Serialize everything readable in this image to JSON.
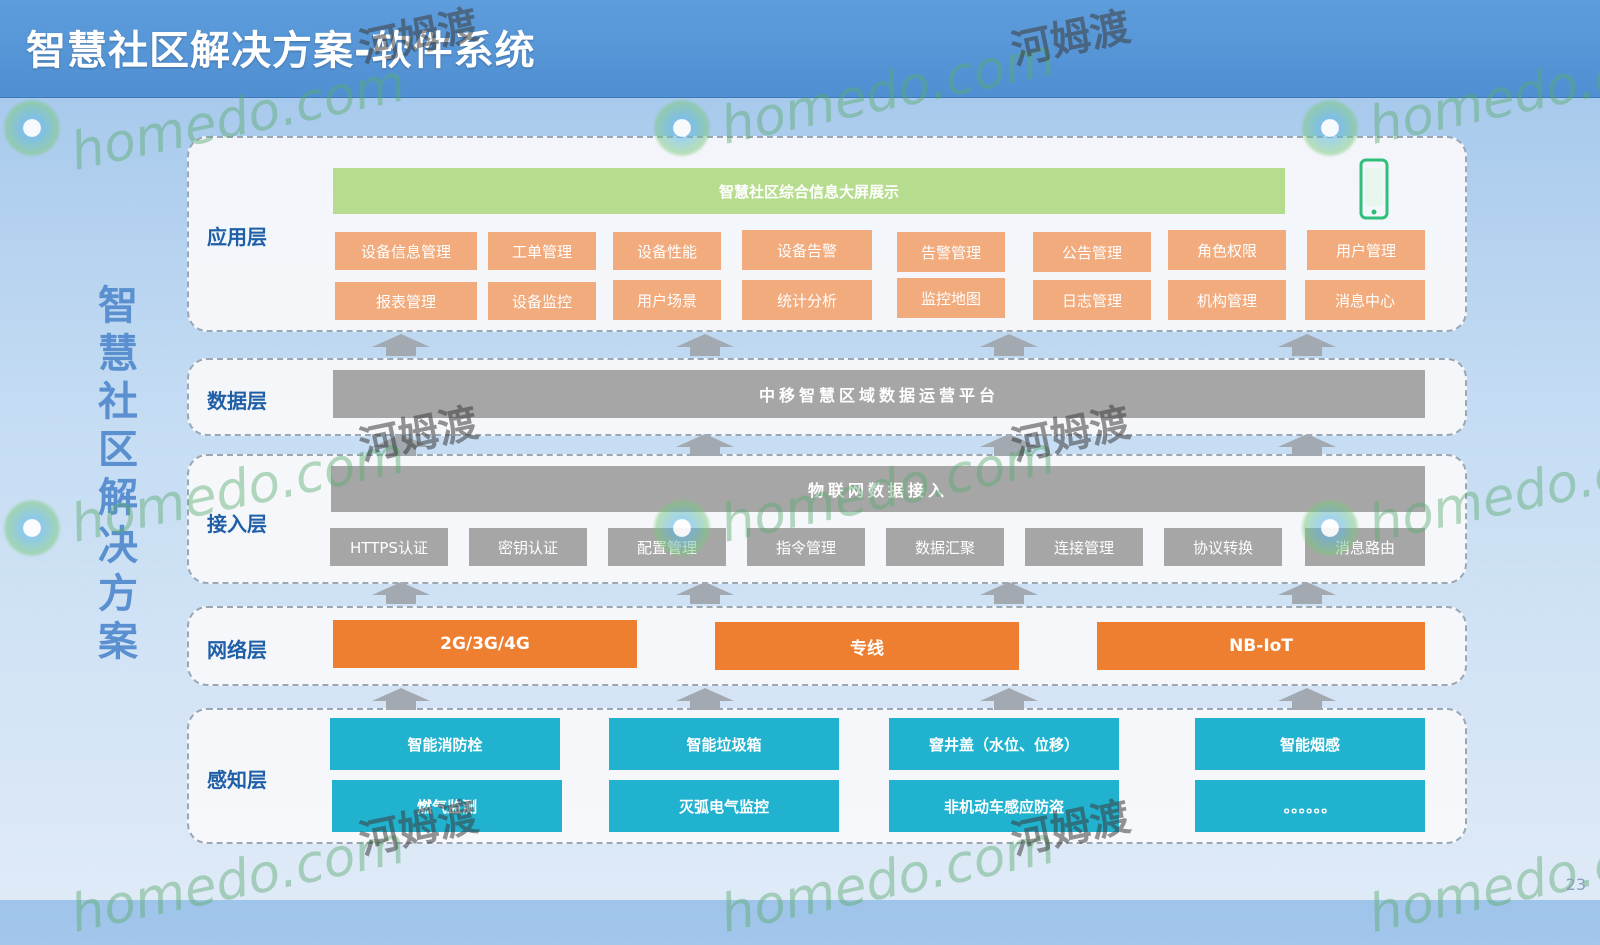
{
  "header": {
    "title": "智慧社区解决方案-软件系统"
  },
  "side_title": [
    "智",
    "慧",
    "社",
    "区",
    "解",
    "决",
    "方",
    "案"
  ],
  "layers": {
    "application": {
      "label": "应用层",
      "banner": "智慧社区综合信息大屏展示",
      "row1": [
        "设备信息管理",
        "工单管理",
        "设备性能",
        "设备告警",
        "告警管理",
        "公告管理",
        "角色权限",
        "用户管理"
      ],
      "row2": [
        "报表管理",
        "设备监控",
        "用户场景",
        "统计分析",
        "监控地图",
        "日志管理",
        "机构管理",
        "消息中心"
      ],
      "phone_icon": "mobile-phone-icon"
    },
    "data": {
      "label": "数据层",
      "banner": "中移智慧区域数据运营平台"
    },
    "access": {
      "label": "接入层",
      "banner": "物联网数据接入",
      "items": [
        "HTTPS认证",
        "密钥认证",
        "配置管理",
        "指令管理",
        "数据汇聚",
        "连接管理",
        "协议转换",
        "消息路由"
      ]
    },
    "network": {
      "label": "网络层",
      "items": [
        "2G/3G/4G",
        "专线",
        "NB-IoT"
      ]
    },
    "sensing": {
      "label": "感知层",
      "row1": [
        "智能消防栓",
        "智能垃圾箱",
        "窨井盖（水位、位移）",
        "智能烟感"
      ],
      "row2": [
        "燃气监测",
        "灭弧电气监控",
        "非机动车感应防盗",
        "。。。。。。"
      ]
    }
  },
  "watermark": {
    "latin": "homedo.com",
    "cn": "河姆渡"
  },
  "page_number": "23",
  "colors": {
    "app_box": "#f1ab7d",
    "green_banner": "#b6dc8e",
    "grey": "#a6a6a6",
    "orange": "#ee7e30",
    "teal": "#20b2cf",
    "label": "#1f5fa8"
  }
}
